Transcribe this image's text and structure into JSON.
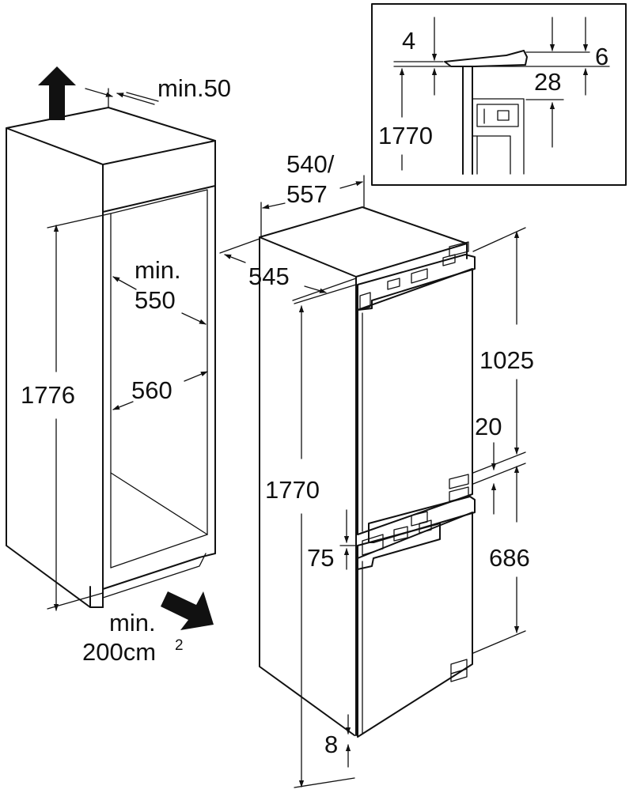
{
  "diagram": {
    "niche": {
      "ventilation_top": "min.50",
      "depth_line1": "min.",
      "depth_line2": "550",
      "width": "560",
      "height": "1776",
      "ventilation_bottom_line1": "min.",
      "ventilation_bottom_line2": "200cm",
      "ventilation_bottom_superscript": "2"
    },
    "appliance": {
      "width_line1": "540/",
      "width_line2": "557",
      "depth": "545",
      "height": "1770",
      "upper_door_height": "1025",
      "door_gap": "20",
      "lower_door_height": "686",
      "bracket_offset": "75",
      "bottom_gap": "8"
    },
    "detail": {
      "dim_top_left": "4",
      "dim_top_right": "6",
      "dim_right": "28",
      "height": "1770"
    }
  }
}
